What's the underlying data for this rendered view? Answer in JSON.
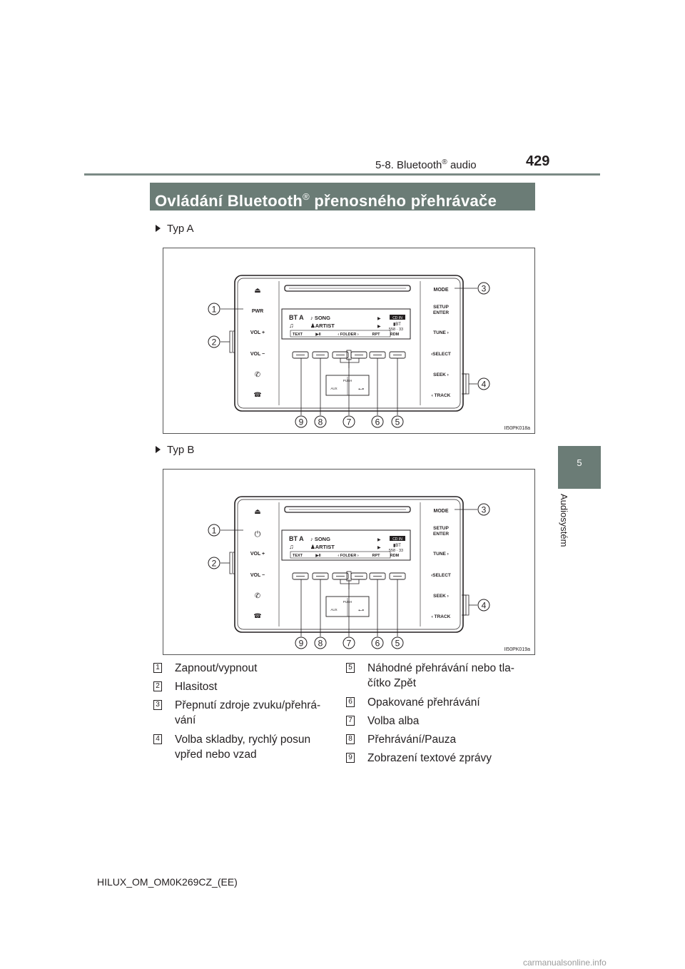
{
  "header": {
    "section_prefix": "5-8. Bluetooth",
    "section_reg": "®",
    "section_suffix": " audio",
    "page_number": "429"
  },
  "side_tab": {
    "number": "5",
    "label": "Audiosystém"
  },
  "title": {
    "text_before": "Ovládání Bluetooth",
    "reg": "®",
    "text_after": " přenosného přehrávače"
  },
  "figures": [
    {
      "type_label": "Typ A",
      "figure_code": "II50PK018a",
      "power_label": "PWR",
      "power_is_symbol": false
    },
    {
      "type_label": "Typ B",
      "figure_code": "II50PK019a",
      "power_label": "⏻",
      "power_is_symbol": true
    }
  ],
  "radio": {
    "eject": "⏏",
    "vol_plus": "VOL +",
    "vol_minus": "VOL −",
    "phone_on": "✆",
    "phone_off": "☎",
    "mode": "MODE",
    "setup_line1": "SETUP",
    "setup_line2": "ENTER",
    "tune": "TUNE",
    "select": "SELECT",
    "seek": "SEEK",
    "track": "TRACK",
    "display_source": "BT A",
    "display_song": "SONG",
    "display_artist": "ARTIST",
    "display_time": "558 · 33",
    "display_cd": "CD IN",
    "display_bt": "BT",
    "softkey_text": "TEXT",
    "softkey_play": "▶II",
    "softkey_folder": "FOLDER",
    "softkey_rpt": "RPT",
    "softkey_rdm": "RDM",
    "push": "PUSH",
    "aux": "AUX",
    "usb": "⭠⬩",
    "callouts": [
      "1",
      "2",
      "3",
      "4",
      "5",
      "6",
      "7",
      "8",
      "9"
    ]
  },
  "legend": {
    "left": [
      {
        "num": "1",
        "lines": [
          "Zapnout/vypnout"
        ]
      },
      {
        "num": "2",
        "lines": [
          "Hlasitost"
        ]
      },
      {
        "num": "3",
        "lines": [
          "Přepnutí zdroje zvuku/přehrá-",
          "vání"
        ]
      },
      {
        "num": "4",
        "lines": [
          "Volba skladby, rychlý posun",
          "vpřed nebo vzad"
        ]
      }
    ],
    "right": [
      {
        "num": "5",
        "lines": [
          "Náhodné přehrávání nebo tla-",
          "čítko Zpět"
        ]
      },
      {
        "num": "6",
        "lines": [
          "Opakované přehrávání"
        ]
      },
      {
        "num": "7",
        "lines": [
          "Volba alba"
        ]
      },
      {
        "num": "8",
        "lines": [
          "Přehrávání/Pauza"
        ]
      },
      {
        "num": "9",
        "lines": [
          "Zobrazení textové zprávy"
        ]
      }
    ]
  },
  "footer": "HILUX_OM_OM0K269CZ_(EE)",
  "watermark": "carmanualsonline.info"
}
